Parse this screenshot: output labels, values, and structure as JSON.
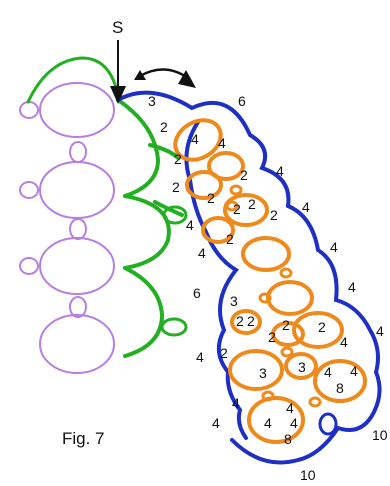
{
  "start_marker": "S",
  "figure_caption": "Fig. 7",
  "colors": {
    "purple_rings": "#b77fe0",
    "green_chains": "#22b022",
    "blue_chain": "#1d2fc4",
    "orange_rings": "#ee8a1c",
    "arrows": "#111111"
  },
  "stitch_counts": [
    "3",
    "6",
    "2",
    "4",
    "4",
    "2",
    "4",
    "2",
    "2",
    "2",
    "2",
    "4",
    "2",
    "2",
    "4",
    "2",
    "4",
    "4",
    "4",
    "6",
    "3",
    "2",
    "2",
    "2",
    "2",
    "2",
    "4",
    "4",
    "2",
    "3",
    "3",
    "4",
    "4",
    "4",
    "4",
    "8",
    "4",
    "4",
    "4",
    "4",
    "8",
    "10",
    "10"
  ]
}
